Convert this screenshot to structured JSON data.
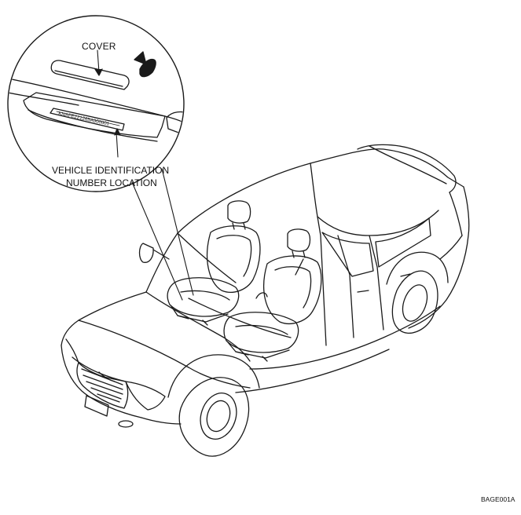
{
  "diagram": {
    "labels": {
      "cover": "COVER",
      "vin_line1": "VEHICLE IDENTIFICATION",
      "vin_line2": "NUMBER LOCATION",
      "vin_plate_text": "KNAFE221265A000001",
      "figure_code": "BAGE001A"
    },
    "icons": [
      "cover-plate-icon",
      "lift-arrow-icon",
      "vin-plate-icon",
      "sedan-car-icon",
      "front-seat-icon"
    ],
    "colors": {
      "line": "#1a1a1a",
      "background": "#ffffff"
    }
  }
}
